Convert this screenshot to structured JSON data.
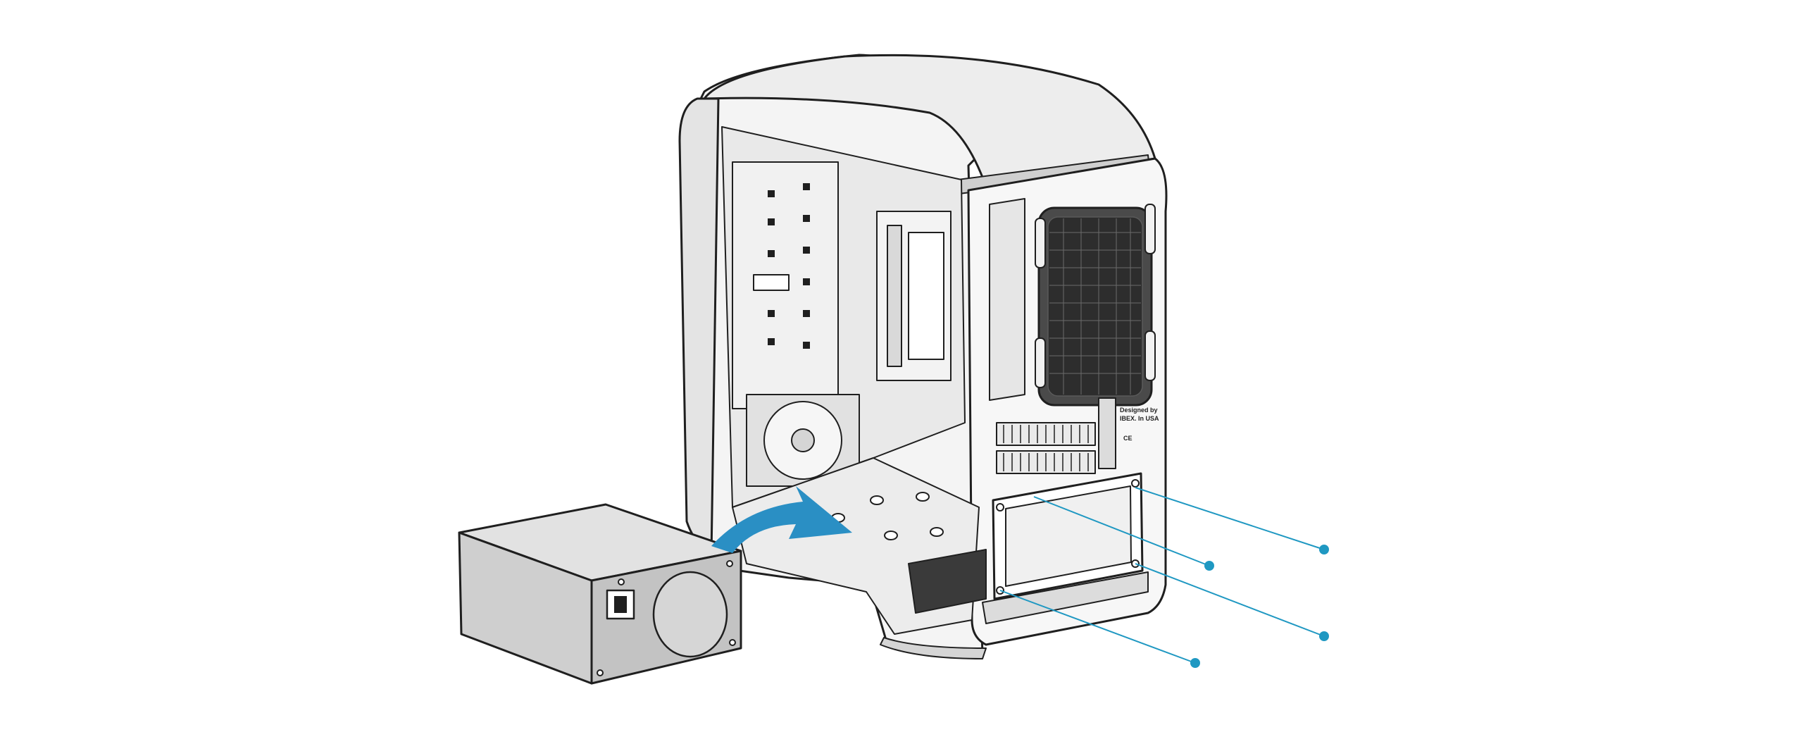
{
  "diagram": {
    "case_label": {
      "line1": "Designed by",
      "line2": "IBEX. In USA"
    },
    "colors": {
      "background": "#ffffff",
      "outline": "#1f1f1f",
      "case_face": "#f4f4f4",
      "case_inner": "#e6e6e6",
      "psu_body": "#cfcfcf",
      "psu_top": "#e2e2e2",
      "psu_side": "#b9b9b9",
      "arrow": "#2a8fc4",
      "callout": "#1f98c2"
    },
    "icons": {
      "insert_arrow": "curved-arrow-icon",
      "callout_dot": "callout-dot-icon"
    },
    "callout_count": 4
  }
}
